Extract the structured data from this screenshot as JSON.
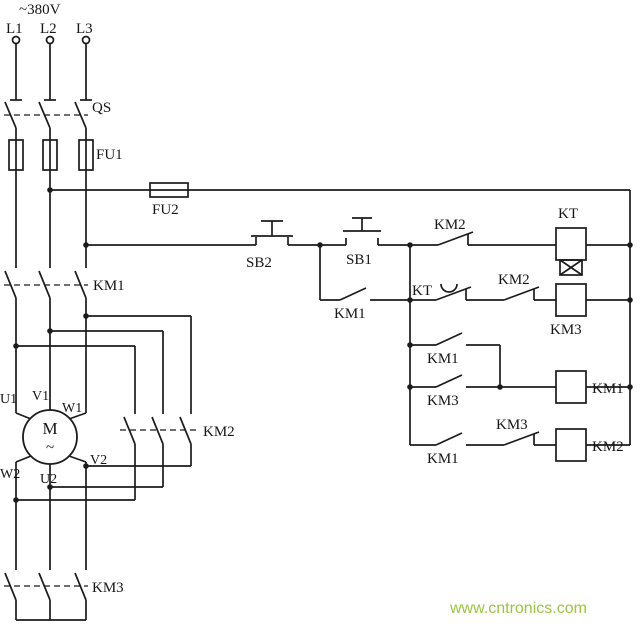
{
  "supply": {
    "voltage": "~380V",
    "l1": "L1",
    "l2": "L2",
    "l3": "L3"
  },
  "main": {
    "qs": "QS",
    "fu1": "FU1",
    "fu2": "FU2",
    "km1": "KM1",
    "km2": "KM2",
    "km3": "KM3",
    "motor": {
      "m": "M",
      "tilde": "~",
      "u1": "U1",
      "v1": "V1",
      "w1": "W1",
      "w2": "W2",
      "u2": "U2",
      "v2": "V2"
    }
  },
  "control": {
    "sb2": "SB2",
    "sb1": "SB1",
    "km1_hold": "KM1",
    "row1": {
      "km2": "KM2",
      "kt": "KT"
    },
    "row2": {
      "kt": "KT",
      "km2": "KM2",
      "km3": "KM3"
    },
    "row3": {
      "km1_contact": "KM1",
      "km3_contact": "KM3",
      "km1_coil": "KM1"
    },
    "row4": {
      "km1_contact": "KM1",
      "km3_contact": "KM3",
      "km2_coil": "KM2"
    }
  },
  "watermark": {
    "text": "www.cntronics.com",
    "color": "#9bc53d"
  }
}
